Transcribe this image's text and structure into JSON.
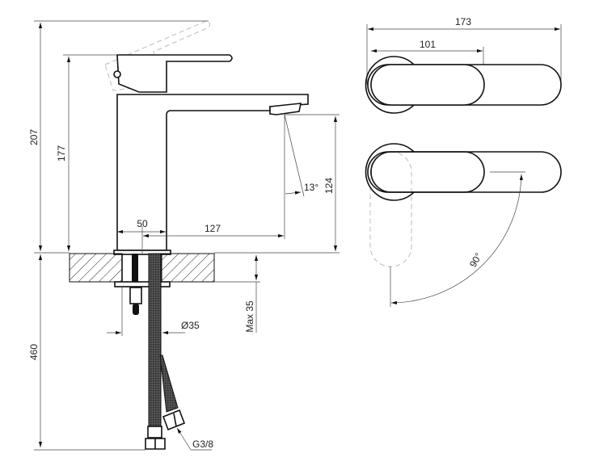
{
  "side_view": {
    "total_height": "207",
    "lever_height": "177",
    "body_width": "50",
    "spout_reach": "127",
    "spout_height": "124",
    "spout_angle": "13°",
    "max_counter_thickness": "Max 35",
    "hole_diameter": "Ø35",
    "hose_length": "460",
    "thread": "G3/8"
  },
  "top_view": {
    "total_length": "173",
    "lever_length": "101",
    "rotation_angle": "90°"
  }
}
